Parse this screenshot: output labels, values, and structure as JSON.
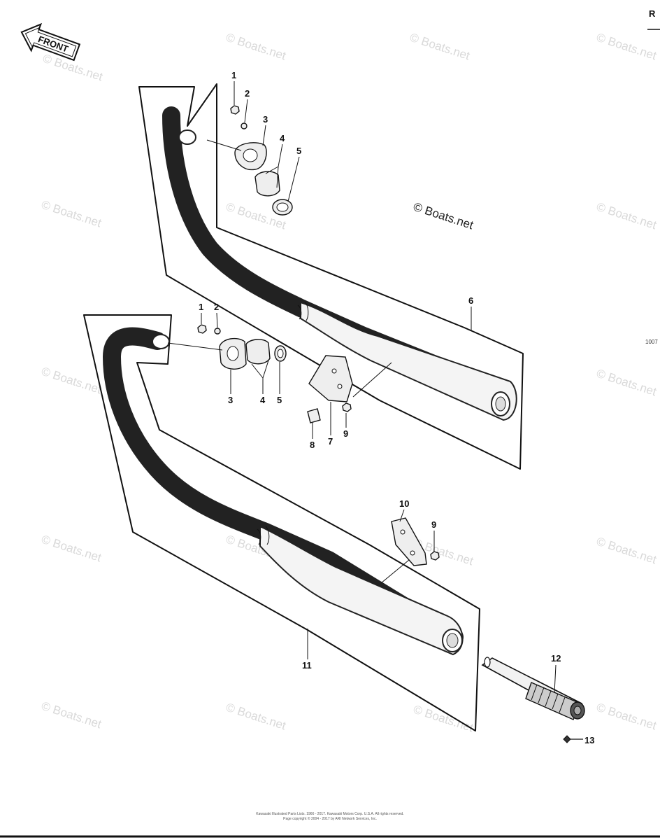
{
  "header": {
    "corner_letter": "R",
    "side_code": "1007"
  },
  "front_badge": {
    "text": "FRONT"
  },
  "watermark": {
    "text": "© Boats.net"
  },
  "copyright": {
    "text": "© Boats.net"
  },
  "footer": {
    "line1": "Kawasaki Illustrated Parts Lists. 1966 - 2017. Kawasaki Motors Corp. U.S.A. All rights reserved.",
    "line2": "Page copyright © 2004 - 2017 by ARI Network Services, Inc."
  },
  "callouts": {
    "upper": {
      "p1": "1",
      "p2": "2",
      "p3": "3",
      "p4": "4",
      "p5": "5",
      "p6": "6"
    },
    "middle": {
      "p1": "1",
      "p2": "2",
      "p3": "3",
      "p4": "4",
      "p5": "5",
      "p7": "7",
      "p8": "8",
      "p9": "9"
    },
    "lower": {
      "p9": "9",
      "p10": "10",
      "p11": "11",
      "p12": "12",
      "p13": "13"
    }
  },
  "icons": {
    "front_arrow": "front-arrow-icon"
  }
}
